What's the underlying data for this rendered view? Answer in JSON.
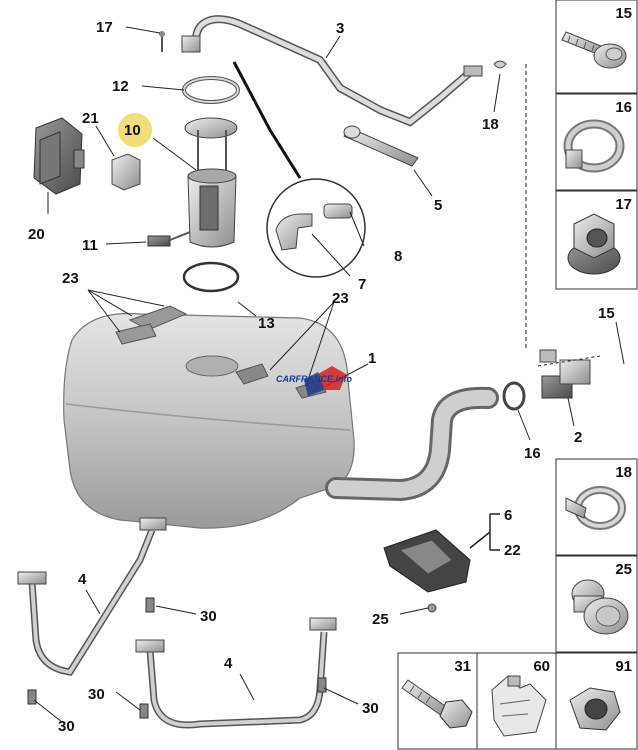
{
  "callouts": {
    "c1": "1",
    "c2": "2",
    "c3": "3",
    "c4a": "4",
    "c4b": "4",
    "c5": "5",
    "c6": "6",
    "c7": "7",
    "c8": "8",
    "c10": "10",
    "c11": "11",
    "c12": "12",
    "c13": "13",
    "c15": "15",
    "c16": "16",
    "c17": "17",
    "c18": "18",
    "c20": "20",
    "c21": "21",
    "c22": "22",
    "c23a": "23",
    "c23b": "23",
    "c25": "25",
    "c30a": "30",
    "c30b": "30",
    "c30c": "30",
    "c30d": "30"
  },
  "side_panel": [
    {
      "num": "15",
      "icon": "screw-icon"
    },
    {
      "num": "16",
      "icon": "hose-clamp-icon"
    },
    {
      "num": "17",
      "icon": "flange-nut-icon"
    },
    {
      "num": "18",
      "icon": "spring-clip-icon"
    },
    {
      "num": "25",
      "icon": "push-rivet-icon"
    },
    {
      "num": "91",
      "icon": "hex-nut-icon"
    }
  ],
  "bottom_panel": [
    {
      "num": "31",
      "icon": "hex-bolt-icon"
    },
    {
      "num": "60",
      "icon": "bracket-clip-icon"
    }
  ],
  "watermark": "CARFRANCE.info",
  "highlight_color": "#f3dc7a"
}
